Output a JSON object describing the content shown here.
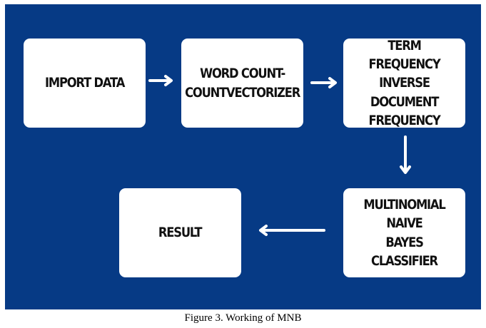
{
  "diagram": {
    "colors": {
      "background": "#063a85",
      "box_fill": "#ffffff",
      "arrow": "#ffffff",
      "text": "#111111"
    },
    "nodes": [
      {
        "id": "import",
        "label": "IMPORT DATA"
      },
      {
        "id": "word",
        "label": "WORD COUNT-\nCOUNTVECTORIZER"
      },
      {
        "id": "tfidf",
        "label": "TERM FREQUENCY\nINVERSE DOCUMENT\nFREQUENCY"
      },
      {
        "id": "mnb",
        "label": "MULTINOMIAL NAIVE\nBAYES CLASSIFIER"
      },
      {
        "id": "result",
        "label": "RESULT"
      }
    ],
    "edges": [
      {
        "from": "import",
        "to": "word"
      },
      {
        "from": "word",
        "to": "tfidf"
      },
      {
        "from": "tfidf",
        "to": "mnb"
      },
      {
        "from": "mnb",
        "to": "result"
      }
    ]
  },
  "caption": "Figure 3. Working of MNB"
}
